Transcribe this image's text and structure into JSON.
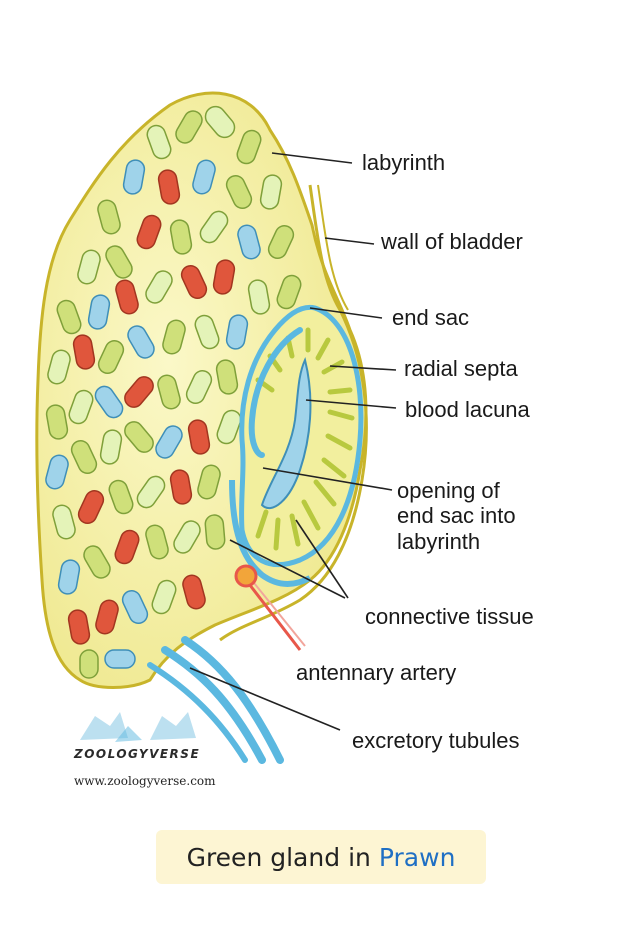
{
  "labels": {
    "labyrinth": "labyrinth",
    "wall_of_bladder": "wall of bladder",
    "end_sac": "end sac",
    "radial_septa": "radial septa",
    "blood_lacuna": "blood lacuna",
    "opening": [
      "opening of",
      "end sac into",
      "labyrinth"
    ],
    "connective_tissue": "connective tissue",
    "antennary_artery": "antennary artery",
    "excretory_tubules": "excretory tubules"
  },
  "logo": {
    "name": "ZOOLOGYVERSE",
    "url": "www.zoologyverse.com"
  },
  "caption": {
    "part1": "Green gland",
    "part2": "in",
    "part3": "Prawn"
  },
  "colors": {
    "gland_fill": "#f4ef9a",
    "gland_outline": "#c8b42a",
    "cell_green": "#cfe07a",
    "cell_blue": "#9fd3ea",
    "cell_red": "#e0563c",
    "cell_pale": "#e4f3b8",
    "duct_blue": "#5bb8e0",
    "artery_red": "#e8574a",
    "caption_accent": "#1f6fc4"
  }
}
